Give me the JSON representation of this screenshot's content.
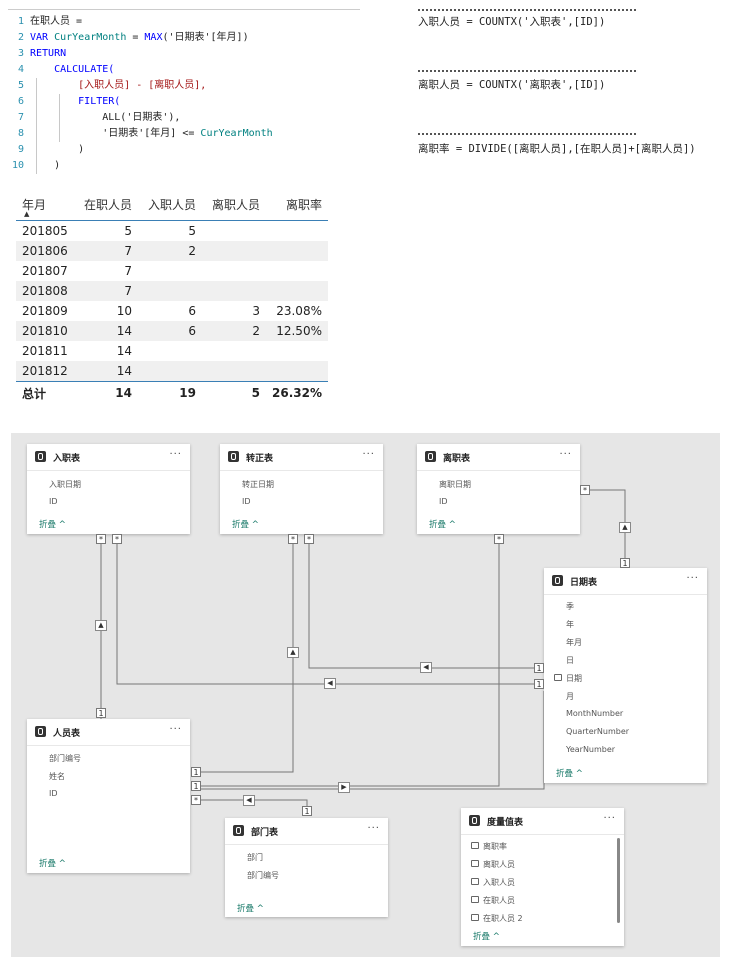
{
  "code": {
    "lines": [
      {
        "num": "1",
        "segments": [
          {
            "text": "在职人员 =",
            "cls": ""
          }
        ]
      },
      {
        "num": "2",
        "segments": [
          {
            "text": "VAR ",
            "cls": "kw"
          },
          {
            "text": "CurYearMonth",
            "cls": "fn"
          },
          {
            "text": " = ",
            "cls": ""
          },
          {
            "text": "MAX",
            "cls": "kw"
          },
          {
            "text": "('日期表'[年月])",
            "cls": ""
          }
        ]
      },
      {
        "num": "3",
        "segments": [
          {
            "text": "RETURN",
            "cls": "kw"
          }
        ]
      },
      {
        "num": "4",
        "segments": [
          {
            "text": "    CALCULATE(",
            "cls": "kw"
          }
        ]
      },
      {
        "num": "5",
        "segments": [
          {
            "text": "        [入职人员] - [离职人员],",
            "cls": "str"
          }
        ]
      },
      {
        "num": "6",
        "segments": [
          {
            "text": "        FILTER(",
            "cls": "kw"
          }
        ]
      },
      {
        "num": "7",
        "segments": [
          {
            "text": "            ALL('日期表'),",
            "cls": ""
          }
        ]
      },
      {
        "num": "8",
        "segments": [
          {
            "text": "            '日期表'[年月] <= ",
            "cls": ""
          },
          {
            "text": "CurYearMonth",
            "cls": "fn"
          }
        ]
      },
      {
        "num": "9",
        "segments": [
          {
            "text": "        )",
            "cls": ""
          }
        ]
      },
      {
        "num": "10",
        "segments": [
          {
            "text": "    )",
            "cls": ""
          }
        ]
      }
    ]
  },
  "measures": [
    {
      "text": "入职人员 = COUNTX('入职表',[ID])"
    },
    {
      "text": "离职人员 = COUNTX('离职表',[ID])"
    },
    {
      "text": "离职率 = DIVIDE([离职人员],[在职人员]+[离职人员])"
    }
  ],
  "matrix": {
    "headers": [
      "年月",
      "在职人员",
      "入职人员",
      "离职人员",
      "离职率"
    ],
    "rows": [
      [
        "201805",
        "5",
        "5",
        "",
        ""
      ],
      [
        "201806",
        "7",
        "2",
        "",
        ""
      ],
      [
        "201807",
        "7",
        "",
        "",
        ""
      ],
      [
        "201808",
        "7",
        "",
        "",
        ""
      ],
      [
        "201809",
        "10",
        "6",
        "3",
        "23.08%"
      ],
      [
        "201810",
        "14",
        "6",
        "2",
        "12.50%"
      ],
      [
        "201811",
        "14",
        "",
        "",
        ""
      ],
      [
        "201812",
        "14",
        "",
        "",
        ""
      ]
    ],
    "total": [
      "总计",
      "14",
      "19",
      "5",
      "26.32%"
    ]
  },
  "diagram": {
    "collapse_label": "折叠 ^",
    "tables": [
      {
        "id": "hire",
        "title": "入职表",
        "fields": [
          "入职日期",
          "ID"
        ]
      },
      {
        "id": "regular",
        "title": "转正表",
        "fields": [
          "转正日期",
          "ID"
        ]
      },
      {
        "id": "leave",
        "title": "离职表",
        "fields": [
          "离职日期",
          "ID"
        ]
      },
      {
        "id": "date",
        "title": "日期表",
        "fields": [
          "季",
          "年",
          "年月",
          "日",
          "日期",
          "月",
          "MonthNumber",
          "QuarterNumber",
          "YearNumber"
        ]
      },
      {
        "id": "person",
        "title": "人员表",
        "fields": [
          "部门编号",
          "姓名",
          "ID"
        ]
      },
      {
        "id": "dept",
        "title": "部门表",
        "fields": [
          "部门",
          "部门编号"
        ]
      },
      {
        "id": "measure",
        "title": "度量值表",
        "fields": [
          "离职率",
          "离职人员",
          "入职人员",
          "在职人员",
          "在职人员 2"
        ]
      }
    ],
    "card_menu": "···",
    "badge_many": "*",
    "badge_one": "1"
  }
}
